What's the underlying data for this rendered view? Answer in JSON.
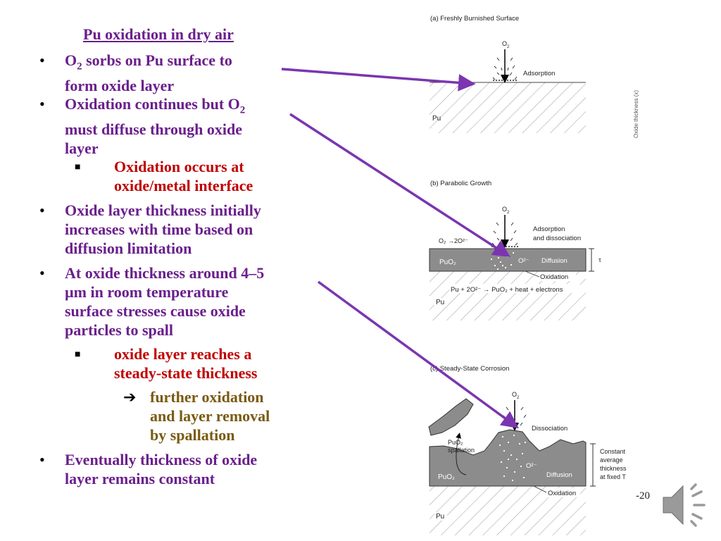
{
  "slide": {
    "title": "Pu oxidation in dry air",
    "bullets": {
      "b1_line1": "O",
      "b1_sub": "2",
      "b1_line1b": " sorbs on Pu surface to",
      "b1_line2": "form oxide layer",
      "b2_line1": "Oxidation continues but O",
      "b2_sub": "2",
      "b2_line2": "must diffuse through oxide",
      "b2_line3": "layer",
      "b2a_line1": "Oxidation occurs at",
      "b2a_line2": "oxide/metal interface",
      "b3_line1": "Oxide layer thickness initially",
      "b3_line2": "increases with time based on",
      "b3_line3": "diffusion limitation",
      "b4_line1": "At oxide thickness around 4–5",
      "b4_line2": "µm in room temperature",
      "b4_line3": "surface stresses cause oxide",
      "b4_line4": "particles to spall",
      "b4a_line1": "oxide layer reaches a",
      "b4a_line2": "steady-state thickness",
      "b4b_line1": "further oxidation",
      "b4b_line2": "and layer removal",
      "b4b_line3": "by spallation",
      "b5_line1": "Eventually thickness of oxide",
      "b5_line2": "layer remains constant"
    },
    "markers": {
      "bullet": "•",
      "square": "■",
      "arrow": "➔"
    },
    "slide_number": "-20"
  },
  "figure": {
    "a_title": "(a)  Freshly Burnished Surface",
    "a_o2": "O",
    "a_o2_sub": "2",
    "a_adsorption": "Adsorption",
    "a_pu": "Pu",
    "a_axis_cut": "Oxide thickness (x)",
    "b_title": "(b)  Parabolic Growth",
    "b_o2": "O",
    "b_o2_sub": "2",
    "b_reaction_top": "O₂ →2O²⁻",
    "b_adsorption1": "Adsorption",
    "b_adsorption2": "and dissociation",
    "b_puo2": "PuO₂",
    "b_o2minus": "O²⁻",
    "b_diffusion": "Diffusion",
    "b_tau": "τ",
    "b_oxidation": "Oxidation",
    "b_reaction": "Pu + 2O²⁻ → PuO₂ + heat + electrons",
    "b_pu": "Pu",
    "c_title": "(c)  Steady-State Corrosion",
    "c_o2": "O",
    "c_o2_sub": "2",
    "c_dissociation": "Dissociation",
    "c_puo2_spall1": "PuO₂",
    "c_puo2_spall2": "spallation",
    "c_constant1": "Constant",
    "c_constant2": "average",
    "c_constant3": "thickness",
    "c_constant4": "at fixed T",
    "c_o2minus": "O²⁻",
    "c_puo2": "PuO₂",
    "c_diffusion": "Diffusion",
    "c_oxidation": "Oxidation",
    "c_pu": "Pu"
  },
  "colors": {
    "purple_text": "#6a1f8c",
    "red_text": "#c00000",
    "brown_text": "#7a5a12",
    "arrow_line": "#7b35b0",
    "oxide_fill": "#8c8c8c"
  }
}
